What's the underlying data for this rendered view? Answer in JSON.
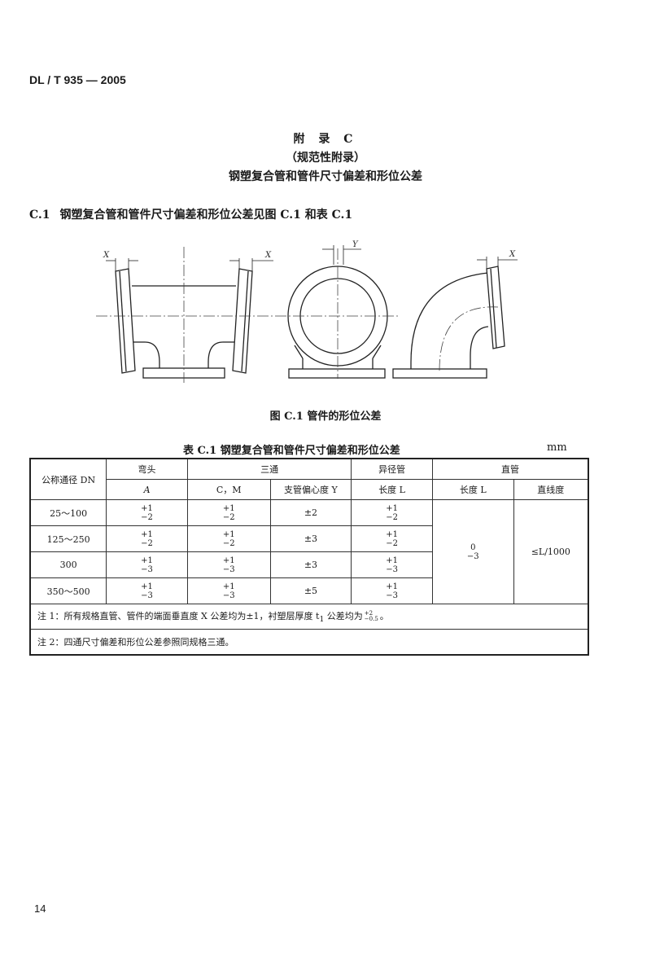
{
  "header": {
    "std_code": "DL / T 935 — 2005"
  },
  "appendix": {
    "title": "附 录 C",
    "subtitle": "（规范性附录）",
    "name": "钢塑复合管和管件尺寸偏差和形位公差"
  },
  "section": {
    "number": "C.1",
    "text": "钢塑复合管和管件尺寸偏差和形位公差见图 C.1 和表 C.1"
  },
  "figure": {
    "labels": {
      "x": "X",
      "y": "Y"
    },
    "caption": "图 C.1  管件的形位公差"
  },
  "table": {
    "caption": "表 C.1  钢塑复合管和管件尺寸偏差和形位公差",
    "unit": "mm",
    "header": {
      "dn": "公称通径 DN",
      "elbow": "弯头",
      "tee": "三通",
      "reducer": "异径管",
      "straight": "直管",
      "elbow_a": "A",
      "tee_cm": "C，M",
      "tee_y": "支管偏心度 Y",
      "reducer_l": "长度 L",
      "straight_l": "长度 L",
      "straight_line": "直线度"
    },
    "rows": [
      {
        "dn": "25～100",
        "a_up": "+1",
        "a_dn": "−2",
        "cm_up": "+1",
        "cm_dn": "−2",
        "y": "±2",
        "l_up": "+1",
        "l_dn": "−2"
      },
      {
        "dn": "125～250",
        "a_up": "+1",
        "a_dn": "−2",
        "cm_up": "+1",
        "cm_dn": "−2",
        "y": "±3",
        "l_up": "+1",
        "l_dn": "−2"
      },
      {
        "dn": "300",
        "a_up": "+1",
        "a_dn": "−3",
        "cm_up": "+1",
        "cm_dn": "−3",
        "y": "±3",
        "l_up": "+1",
        "l_dn": "−3"
      },
      {
        "dn": "350～500",
        "a_up": "+1",
        "a_dn": "−3",
        "cm_up": "+1",
        "cm_dn": "−3",
        "y": "±5",
        "l_up": "+1",
        "l_dn": "−3"
      }
    ],
    "straight": {
      "l_up": "0",
      "l_dn": "−3",
      "straightness": "≤L/1000"
    },
    "note1": {
      "pre": "注 1：所有规格直管、管件的端面垂直度 X 公差均为±1，衬塑层厚度 t",
      "sub": "1",
      "mid": " 公差均为",
      "tol_up": "+2",
      "tol_dn": "−0.5",
      "post": "。"
    },
    "note2": "注 2：四通尺寸偏差和形位公差参照同规格三通。"
  },
  "footer": {
    "page": "14"
  }
}
